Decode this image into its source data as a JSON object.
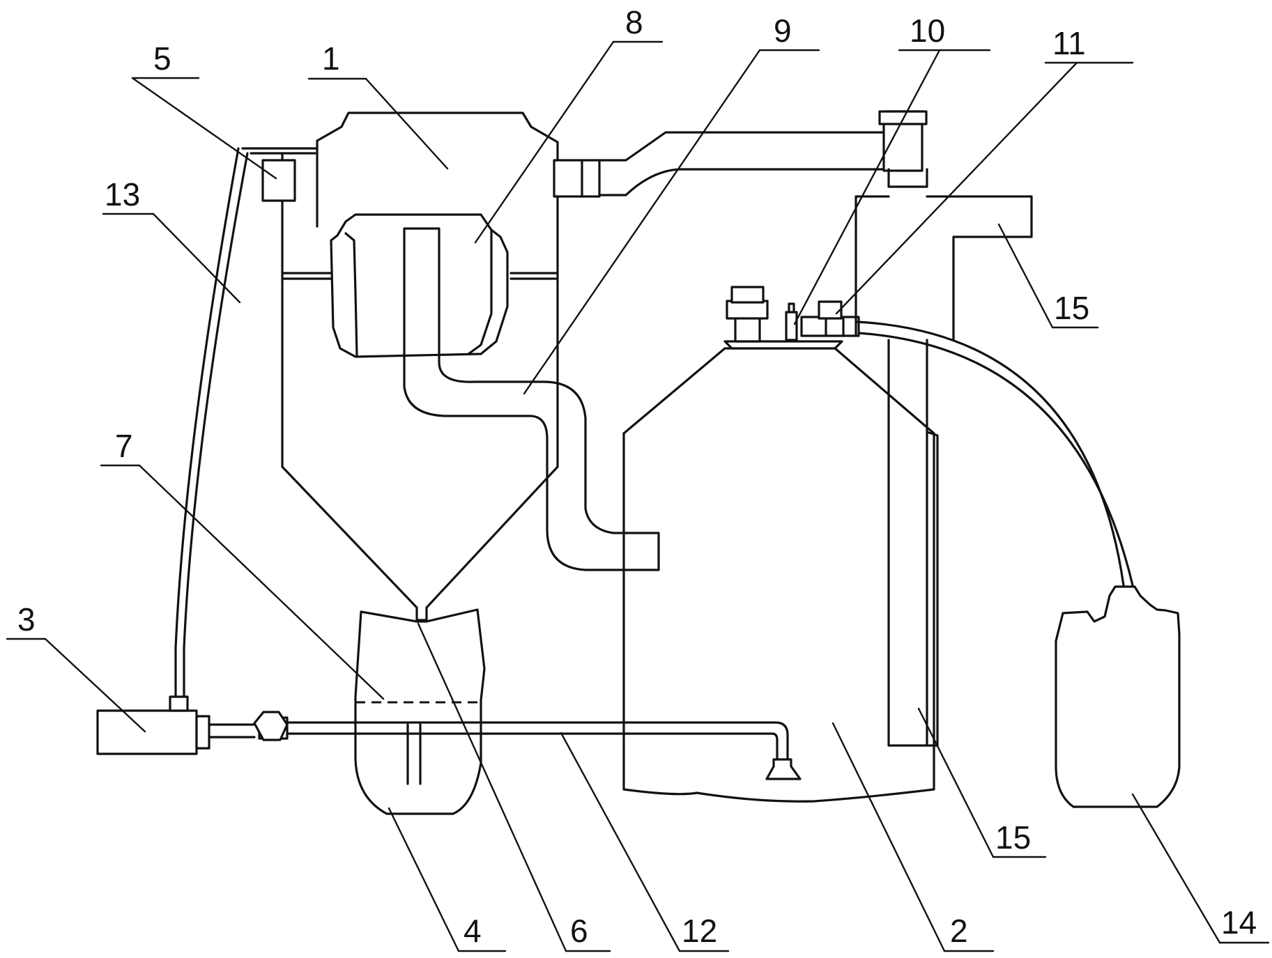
{
  "diagram": {
    "callouts": [
      {
        "key": "c1",
        "text": "1"
      },
      {
        "key": "c2",
        "text": "2"
      },
      {
        "key": "c3",
        "text": "3"
      },
      {
        "key": "c4",
        "text": "4"
      },
      {
        "key": "c5",
        "text": "5"
      },
      {
        "key": "c6",
        "text": "6"
      },
      {
        "key": "c7",
        "text": "7"
      },
      {
        "key": "c8",
        "text": "8"
      },
      {
        "key": "c9",
        "text": "9"
      },
      {
        "key": "c10",
        "text": "10"
      },
      {
        "key": "c11",
        "text": "11"
      },
      {
        "key": "c12",
        "text": "12"
      },
      {
        "key": "c13",
        "text": "13"
      },
      {
        "key": "c14",
        "text": "14"
      },
      {
        "key": "c15a",
        "text": "15"
      },
      {
        "key": "c15b",
        "text": "15"
      }
    ],
    "colors": {
      "line": "#111111",
      "background": "#ffffff"
    }
  }
}
